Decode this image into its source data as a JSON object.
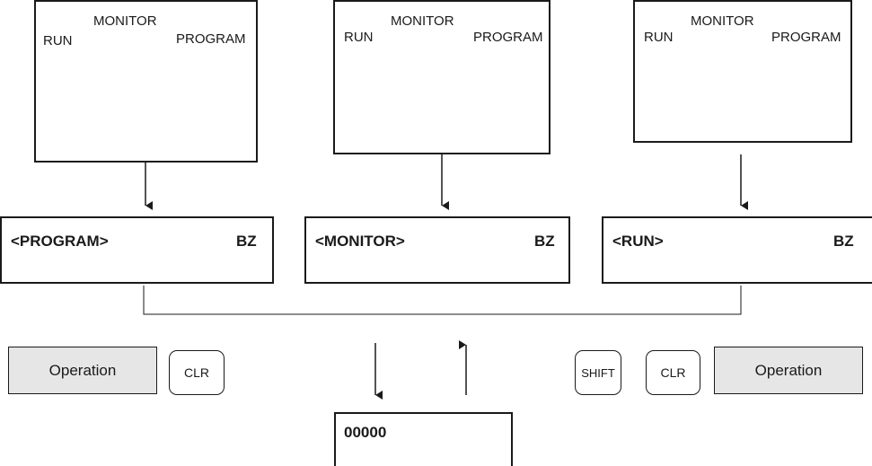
{
  "switch_labels": {
    "run": "RUN",
    "monitor": "MONITOR",
    "program": "PROGRAM"
  },
  "displays": {
    "program": {
      "mode": "<PROGRAM>",
      "bz": "BZ"
    },
    "monitor": {
      "mode": "<MONITOR>",
      "bz": "BZ"
    },
    "run": {
      "mode": "<RUN>",
      "bz": "BZ"
    }
  },
  "left_controls": {
    "operation": "Operation",
    "clr": "CLR"
  },
  "right_controls": {
    "shift": "SHIFT",
    "clr": "CLR",
    "operation": "Operation"
  },
  "bottom_display": {
    "value": "00000"
  }
}
